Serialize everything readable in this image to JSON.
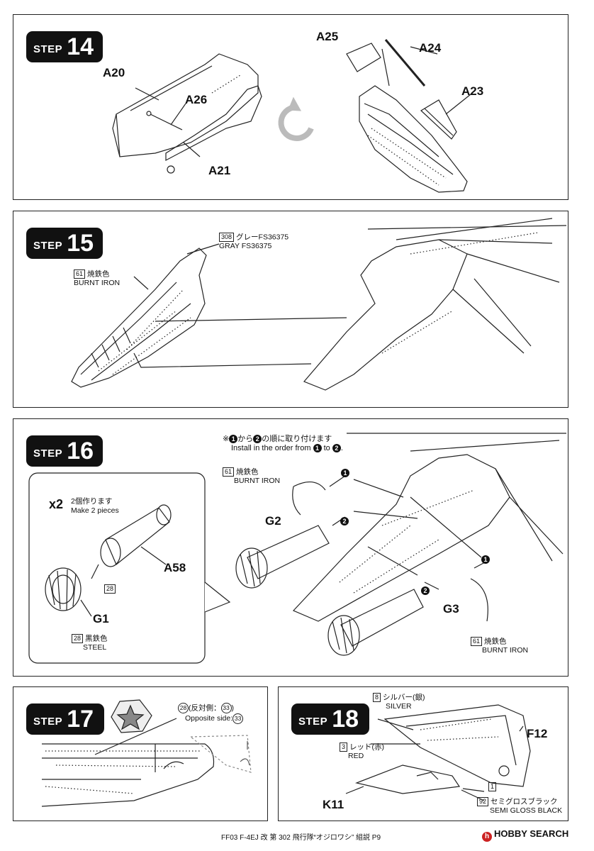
{
  "step_word": "STEP",
  "steps": {
    "s14": {
      "number": "14",
      "parts": {
        "a20": "A20",
        "a26": "A26",
        "a21": "A21",
        "a25": "A25",
        "a24": "A24",
        "a23": "A23"
      }
    },
    "s15": {
      "number": "15",
      "gray_code": "308",
      "gray_jp": "グレーFS36375",
      "gray_en": "GRAY FS36375",
      "burnt_code": "61",
      "burnt_jp": "焼鉄色",
      "burnt_en": "BURNT IRON"
    },
    "s16": {
      "number": "16",
      "note_prefix": "※",
      "note_mid": "から",
      "note_suffix": "の順に取り付けます",
      "note_en_a": "Install in the order from",
      "note_en_to": "to",
      "order1": "1",
      "order2": "2",
      "qty": "x2",
      "qty_jp": "2個作ります",
      "qty_en": "Make 2 pieces",
      "a58": "A58",
      "g1": "G1",
      "g2": "G2",
      "g3": "G3",
      "steel_code": "28",
      "steel_jp": "黒鉄色",
      "steel_en": "STEEL",
      "burnt_code": "61",
      "burnt_jp": "焼鉄色",
      "burnt_en": "BURNT IRON"
    },
    "s17": {
      "number": "17",
      "code_a": "28",
      "opp_jp_open": "(反対側：",
      "code_b": "33",
      "opp_jp_close": ")",
      "opp_en": "Opposite side:",
      "code_c": "33"
    },
    "s18": {
      "number": "18",
      "silver_code": "8",
      "silver_jp": "シルバー(銀)",
      "silver_en": "SILVER",
      "red_code": "3",
      "red_jp": "レッド(赤)",
      "red_en": "RED",
      "f12": "F12",
      "k11": "K11",
      "one": "1",
      "black_code": "92",
      "black_jp": "セミグロスブラック",
      "black_en": "SEMI GLOSS BLACK"
    }
  },
  "footer": {
    "text": "FF03 F-4EJ 改 第 302 飛行隊“オジロワシ” 組説 P9"
  },
  "watermark": {
    "text": "HOBBY SEARCH"
  }
}
